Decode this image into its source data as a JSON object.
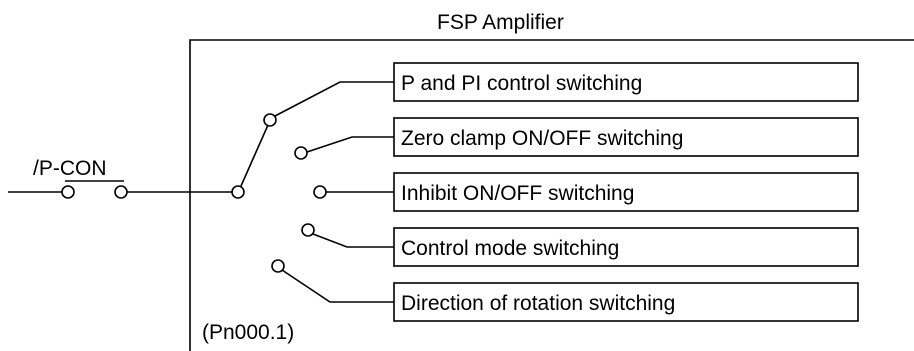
{
  "diagram": {
    "amplifier_title": "FSP Amplifier",
    "input_signal": "/P-CON",
    "parameter": "(Pn000.1)",
    "functions": [
      {
        "label": "P and PI control switching"
      },
      {
        "label": "Zero clamp ON/OFF switching"
      },
      {
        "label": "Inhibit ON/OFF switching"
      },
      {
        "label": "Control mode switching"
      },
      {
        "label": "Direction of rotation switching"
      }
    ]
  }
}
